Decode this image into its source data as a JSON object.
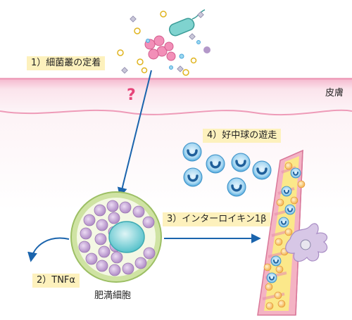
{
  "labels": {
    "step1": "1）細菌叢の定着",
    "step2": "2）TNFα",
    "step3": "3）インターロイキン1β",
    "step4": "4）好中球の遊走",
    "skin": "皮膚",
    "mast_cell": "肥満細胞",
    "question": "?"
  },
  "colors": {
    "skin_band": "#f7c9d8",
    "skin_line": "#ee9bb8",
    "arrow": "#1a64ad",
    "label_box": "#fdf1bd",
    "question": "#e6457a",
    "neutrophil": "#4aa6dc",
    "vessel": "#f4b3c4",
    "vessel_inner": "#fbe88a",
    "mast_cell_outer": "#cfe3a3",
    "granule": "#c7a6d4",
    "mast_nucleus": "#7fcfd6",
    "macrophage": "#d7c7e6"
  },
  "icons": [
    "rod-bacterium-icon",
    "cocci-cluster-icon",
    "spiky-particle-icon",
    "diamond-particle-icon",
    "neutrophil-icon",
    "mast-cell-icon",
    "blood-vessel-icon",
    "macrophage-icon"
  ]
}
